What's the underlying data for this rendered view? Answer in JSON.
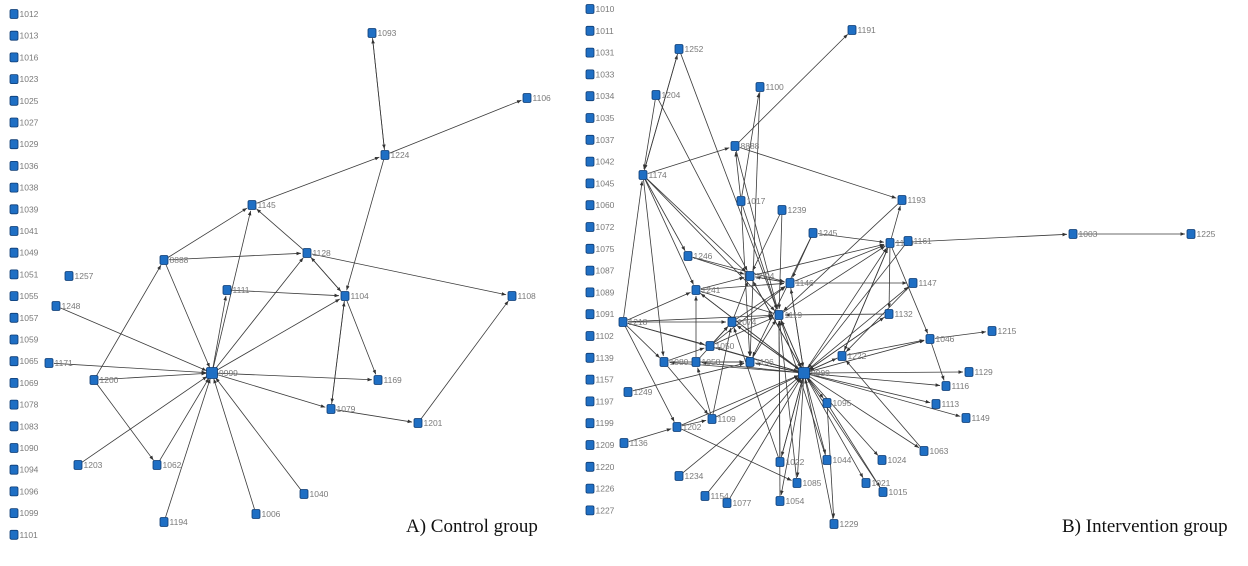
{
  "colors": {
    "node": "#1f6fc4",
    "node_stroke": "#0d3b73",
    "edge": "#3a3a3a",
    "label": "#7a7a7a"
  },
  "panels": [
    {
      "id": "control",
      "caption": "A) Control group",
      "isolates": [
        "1012",
        "1013",
        "1016",
        "1023",
        "1025",
        "1027",
        "1029",
        "1036",
        "1038",
        "1039",
        "1041",
        "1049",
        "1051",
        "1055",
        "1057",
        "1059",
        "1065",
        "1069",
        "1078",
        "1083",
        "1090",
        "1094",
        "1096",
        "1099",
        "1101"
      ],
      "nodes": [
        {
          "id": "1093"
        },
        {
          "id": "1106"
        },
        {
          "id": "1224"
        },
        {
          "id": "1145"
        },
        {
          "id": "8888"
        },
        {
          "id": "1128"
        },
        {
          "id": "1257"
        },
        {
          "id": "1111"
        },
        {
          "id": "1104"
        },
        {
          "id": "1108"
        },
        {
          "id": "1248"
        },
        {
          "id": "1171"
        },
        {
          "id": "1200"
        },
        {
          "id": "9999"
        },
        {
          "id": "1169"
        },
        {
          "id": "1079"
        },
        {
          "id": "1201"
        },
        {
          "id": "1203"
        },
        {
          "id": "1062"
        },
        {
          "id": "1040"
        },
        {
          "id": "1194"
        },
        {
          "id": "1006"
        }
      ],
      "edges": [
        [
          "1093",
          "1224"
        ],
        [
          "1224",
          "1093"
        ],
        [
          "1224",
          "1106"
        ],
        [
          "1145",
          "1224"
        ],
        [
          "1128",
          "1145"
        ],
        [
          "8888",
          "1145"
        ],
        [
          "8888",
          "1128"
        ],
        [
          "1128",
          "1104"
        ],
        [
          "1104",
          "1128"
        ],
        [
          "1128",
          "1108"
        ],
        [
          "1111",
          "1104"
        ],
        [
          "1224",
          "1104"
        ],
        [
          "1104",
          "1169"
        ],
        [
          "1104",
          "1079"
        ],
        [
          "1079",
          "1104"
        ],
        [
          "1079",
          "1201"
        ],
        [
          "1201",
          "1108"
        ],
        [
          "9999",
          "1145"
        ],
        [
          "9999",
          "1111"
        ],
        [
          "9999",
          "1128"
        ],
        [
          "9999",
          "1104"
        ],
        [
          "9999",
          "1169"
        ],
        [
          "9999",
          "1079"
        ],
        [
          "1248",
          "9999"
        ],
        [
          "1171",
          "9999"
        ],
        [
          "8888",
          "9999"
        ],
        [
          "1200",
          "8888"
        ],
        [
          "1200",
          "1062"
        ],
        [
          "1062",
          "9999"
        ],
        [
          "1203",
          "9999"
        ],
        [
          "1194",
          "9999"
        ],
        [
          "1006",
          "9999"
        ],
        [
          "1040",
          "9999"
        ],
        [
          "1200",
          "9999"
        ]
      ]
    },
    {
      "id": "intervention",
      "caption": "B) Intervention group",
      "isolates": [
        "1010",
        "1011",
        "1031",
        "1033",
        "1034",
        "1035",
        "1037",
        "1042",
        "1045",
        "1060",
        "1072",
        "1075",
        "1087",
        "1089",
        "1091",
        "1102",
        "1139",
        "1157",
        "1197",
        "1199",
        "1209",
        "1220",
        "1226",
        "1227"
      ],
      "nodes": [
        {
          "id": "1191"
        },
        {
          "id": "1252"
        },
        {
          "id": "1100"
        },
        {
          "id": "1204"
        },
        {
          "id": "8888"
        },
        {
          "id": "1174"
        },
        {
          "id": "1017"
        },
        {
          "id": "1239"
        },
        {
          "id": "1193"
        },
        {
          "id": "1245"
        },
        {
          "id": "1189"
        },
        {
          "id": "1161"
        },
        {
          "id": "1003"
        },
        {
          "id": "1225"
        },
        {
          "id": "1246"
        },
        {
          "id": "1004"
        },
        {
          "id": "1146"
        },
        {
          "id": "1147"
        },
        {
          "id": "1241"
        },
        {
          "id": "1074"
        },
        {
          "id": "1119"
        },
        {
          "id": "1132"
        },
        {
          "id": "1218"
        },
        {
          "id": "1050"
        },
        {
          "id": "1046"
        },
        {
          "id": "1215"
        },
        {
          "id": "1080"
        },
        {
          "id": "1058"
        },
        {
          "id": "1196"
        },
        {
          "id": "1222"
        },
        {
          "id": "9999"
        },
        {
          "id": "1129"
        },
        {
          "id": "1116"
        },
        {
          "id": "1249"
        },
        {
          "id": "1095"
        },
        {
          "id": "1113"
        },
        {
          "id": "1149"
        },
        {
          "id": "1109"
        },
        {
          "id": "1202"
        },
        {
          "id": "1136"
        },
        {
          "id": "1063"
        },
        {
          "id": "1022"
        },
        {
          "id": "1044"
        },
        {
          "id": "1024"
        },
        {
          "id": "1234"
        },
        {
          "id": "1021"
        },
        {
          "id": "1085"
        },
        {
          "id": "1015"
        },
        {
          "id": "1154"
        },
        {
          "id": "1077"
        },
        {
          "id": "1054"
        },
        {
          "id": "1229"
        }
      ],
      "edges": [
        [
          "8888",
          "1191"
        ],
        [
          "1017",
          "1100"
        ],
        [
          "8888",
          "1193"
        ],
        [
          "1174",
          "8888"
        ],
        [
          "1174",
          "1252"
        ],
        [
          "1252",
          "1174"
        ],
        [
          "1204",
          "1174"
        ],
        [
          "1017",
          "8888"
        ],
        [
          "1189",
          "1003"
        ],
        [
          "1003",
          "1225"
        ],
        [
          "1245",
          "1189"
        ],
        [
          "1146",
          "1189"
        ],
        [
          "1004",
          "1189"
        ],
        [
          "1119",
          "1189"
        ],
        [
          "9999",
          "1189"
        ],
        [
          "1222",
          "1189"
        ],
        [
          "1189",
          "1193"
        ],
        [
          "1193",
          "1119"
        ],
        [
          "1146",
          "1147"
        ],
        [
          "9999",
          "1147"
        ],
        [
          "1189",
          "1132"
        ],
        [
          "1132",
          "1119"
        ],
        [
          "9999",
          "1132"
        ],
        [
          "1189",
          "1046"
        ],
        [
          "1046",
          "1215"
        ],
        [
          "9999",
          "1046"
        ],
        [
          "1222",
          "1046"
        ],
        [
          "1046",
          "1116"
        ],
        [
          "9999",
          "1116"
        ],
        [
          "9999",
          "1129"
        ],
        [
          "9999",
          "1113"
        ],
        [
          "9999",
          "1149"
        ],
        [
          "9999",
          "1063"
        ],
        [
          "9999",
          "1024"
        ],
        [
          "9999",
          "1021"
        ],
        [
          "1095",
          "1015"
        ],
        [
          "9999",
          "1095"
        ],
        [
          "1095",
          "1229"
        ],
        [
          "9999",
          "1044"
        ],
        [
          "9999",
          "1054"
        ],
        [
          "9999",
          "1085"
        ],
        [
          "1202",
          "1085"
        ],
        [
          "1202",
          "9999"
        ],
        [
          "1136",
          "1202"
        ],
        [
          "1218",
          "1202"
        ],
        [
          "1218",
          "9999"
        ],
        [
          "1218",
          "1119"
        ],
        [
          "1218",
          "1074"
        ],
        [
          "1218",
          "1050"
        ],
        [
          "1218",
          "1080"
        ],
        [
          "1218",
          "1241"
        ],
        [
          "1218",
          "1174"
        ],
        [
          "1174",
          "1241"
        ],
        [
          "1174",
          "1080"
        ],
        [
          "1174",
          "1246"
        ],
        [
          "1174",
          "1119"
        ],
        [
          "1174",
          "1004"
        ],
        [
          "1204",
          "1004"
        ],
        [
          "1252",
          "1119"
        ],
        [
          "1246",
          "1146"
        ],
        [
          "1246",
          "1004"
        ],
        [
          "1004",
          "1146"
        ],
        [
          "1146",
          "1004"
        ],
        [
          "1241",
          "1146"
        ],
        [
          "1241",
          "1004"
        ],
        [
          "1241",
          "1119"
        ],
        [
          "1074",
          "1119"
        ],
        [
          "1074",
          "1004"
        ],
        [
          "1074",
          "1146"
        ],
        [
          "1050",
          "1119"
        ],
        [
          "1050",
          "1146"
        ],
        [
          "1050",
          "1074"
        ],
        [
          "1080",
          "1196"
        ],
        [
          "1080",
          "1050"
        ],
        [
          "1058",
          "1196"
        ],
        [
          "1058",
          "1074"
        ],
        [
          "1058",
          "1241"
        ],
        [
          "1196",
          "9999"
        ],
        [
          "1196",
          "1119"
        ],
        [
          "9999",
          "1196"
        ],
        [
          "9999",
          "1119"
        ],
        [
          "9999",
          "1074"
        ],
        [
          "9999",
          "1004"
        ],
        [
          "9999",
          "1146"
        ],
        [
          "9999",
          "1241"
        ],
        [
          "9999",
          "1050"
        ],
        [
          "9999",
          "1058"
        ],
        [
          "9999",
          "1080"
        ],
        [
          "9999",
          "1222"
        ],
        [
          "1222",
          "9999"
        ],
        [
          "1109",
          "9999"
        ],
        [
          "1109",
          "1074"
        ],
        [
          "1109",
          "1058"
        ],
        [
          "1022",
          "9999"
        ],
        [
          "1022",
          "1119"
        ],
        [
          "1022",
          "1074"
        ],
        [
          "1044",
          "1119"
        ],
        [
          "1085",
          "1119"
        ],
        [
          "1154",
          "9999"
        ],
        [
          "1077",
          "9999"
        ],
        [
          "1234",
          "9999"
        ],
        [
          "1249",
          "1196"
        ],
        [
          "1239",
          "1119"
        ],
        [
          "1239",
          "1004"
        ],
        [
          "1017",
          "1196"
        ],
        [
          "1017",
          "1119"
        ],
        [
          "8888",
          "1119"
        ],
        [
          "1100",
          "1196"
        ],
        [
          "1245",
          "1146"
        ],
        [
          "1245",
          "1196"
        ],
        [
          "1161",
          "9999"
        ],
        [
          "1189",
          "1222"
        ],
        [
          "1146",
          "9999"
        ],
        [
          "1004",
          "9999"
        ],
        [
          "1119",
          "9999"
        ],
        [
          "1074",
          "9999"
        ],
        [
          "1241",
          "9999"
        ],
        [
          "1132",
          "9999"
        ],
        [
          "1147",
          "1222"
        ],
        [
          "9999",
          "1022"
        ],
        [
          "1054",
          "1119"
        ],
        [
          "1229",
          "9999"
        ],
        [
          "1063",
          "1222"
        ],
        [
          "1015",
          "9999"
        ],
        [
          "1202",
          "1109"
        ],
        [
          "1080",
          "1109"
        ]
      ]
    }
  ]
}
